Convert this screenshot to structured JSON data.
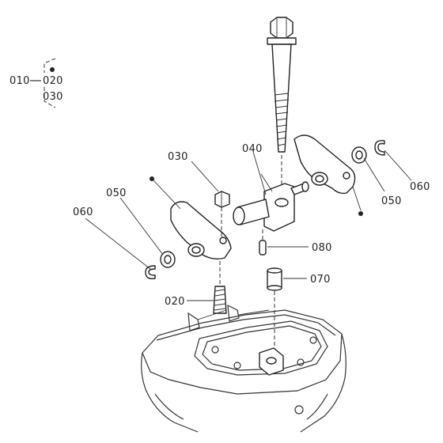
{
  "labels": {
    "p010": "010",
    "p020_tree": "020",
    "p030_tree": "030",
    "p030": "030",
    "p040": "040",
    "p050_left": "050",
    "p050_right": "050",
    "p060_left": "060",
    "p060_right": "060",
    "p070": "070",
    "p080": "080",
    "p020": "020"
  }
}
